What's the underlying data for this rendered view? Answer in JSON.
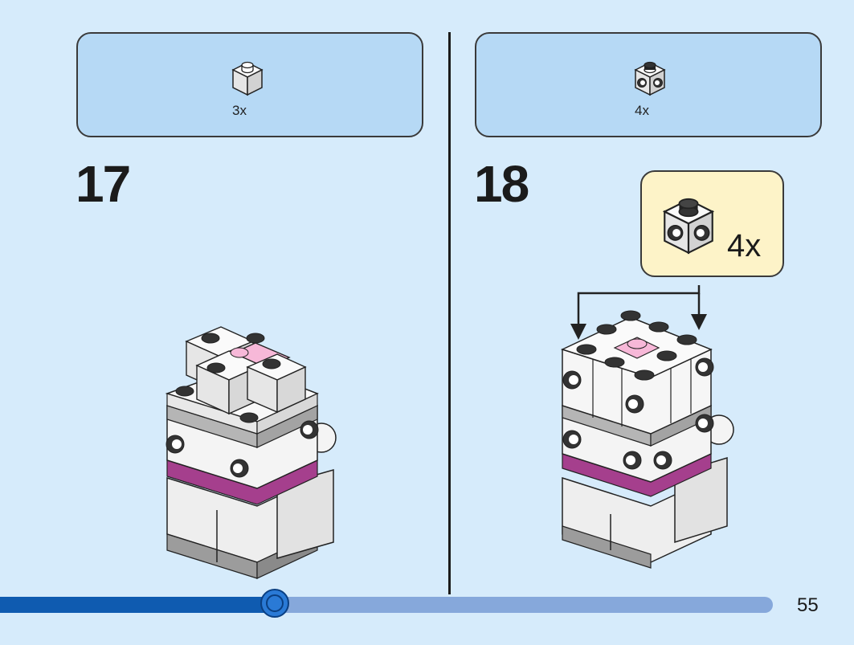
{
  "left_step": {
    "number": "17",
    "parts": {
      "count_label": "3x",
      "icon": "white-1x1-brick-icon"
    }
  },
  "right_step": {
    "number": "18",
    "parts": {
      "count_label": "4x",
      "icon": "white-1x1-brick-with-side-studs-icon"
    },
    "callout": {
      "count_label": "4x",
      "icon": "white-1x1-brick-with-side-studs-icon"
    }
  },
  "colors": {
    "page_bg": "#d6ebfb",
    "parts_box_bg": "#b6d9f5",
    "callout_bg": "#fdf3c8",
    "brick_white": "#f4f4f4",
    "brick_pink": "#f7b8d8",
    "brick_magenta": "#a53f8d",
    "brick_grey": "#9c9c9c",
    "progress_fill": "#0f5bb0",
    "progress_track": "#86a8db"
  },
  "progress": {
    "fraction": 0.355
  },
  "page_number": "55"
}
